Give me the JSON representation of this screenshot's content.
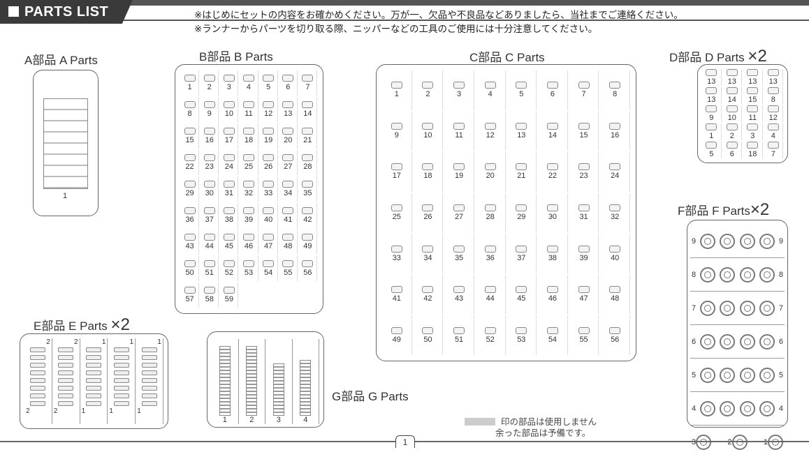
{
  "header": {
    "title": "PARTS LIST",
    "notes": [
      "※はじめにセットの内容をお確かめください。万が一、欠品や不良品などありましたら、当社までご連絡ください。",
      "※ランナーからパーツを切り取る際、ニッパーなどの工具のご使用には十分注意してください。"
    ]
  },
  "sections": {
    "A": {
      "title": "A部品  A Parts",
      "parts": [
        "1"
      ]
    },
    "B": {
      "title": "B部品  B Parts",
      "parts": [
        "1",
        "2",
        "3",
        "4",
        "5",
        "6",
        "7",
        "8",
        "9",
        "10",
        "11",
        "12",
        "13",
        "14",
        "15",
        "16",
        "17",
        "18",
        "19",
        "20",
        "21",
        "22",
        "23",
        "24",
        "25",
        "26",
        "27",
        "28",
        "29",
        "30",
        "31",
        "32",
        "33",
        "34",
        "35",
        "36",
        "37",
        "38",
        "39",
        "40",
        "41",
        "42",
        "43",
        "44",
        "45",
        "46",
        "47",
        "48",
        "49",
        "50",
        "51",
        "52",
        "53",
        "54",
        "55",
        "56",
        "57",
        "58",
        "59"
      ]
    },
    "C": {
      "title": "C部品  C Parts",
      "parts": [
        "1",
        "2",
        "3",
        "4",
        "5",
        "6",
        "7",
        "8",
        "9",
        "10",
        "11",
        "12",
        "13",
        "14",
        "15",
        "16",
        "17",
        "18",
        "19",
        "20",
        "21",
        "22",
        "23",
        "24",
        "25",
        "26",
        "27",
        "28",
        "29",
        "30",
        "31",
        "32",
        "33",
        "34",
        "35",
        "36",
        "37",
        "38",
        "39",
        "40",
        "41",
        "42",
        "43",
        "44",
        "45",
        "46",
        "47",
        "48",
        "49",
        "50",
        "51",
        "52",
        "53",
        "54",
        "55",
        "56"
      ]
    },
    "D": {
      "title": "D部品  D Parts",
      "multiplier": "×2",
      "parts": [
        "13",
        "13",
        "13",
        "13",
        "13",
        "14",
        "15",
        "8",
        "9",
        "10",
        "11",
        "12",
        "1",
        "2",
        "3",
        "4",
        "5",
        "6",
        "18",
        "7"
      ]
    },
    "E": {
      "title": "E部品  E Parts",
      "multiplier": "×2",
      "columns": [
        {
          "top": "2",
          "bottom": "2"
        },
        {
          "top": "2",
          "bottom": "2"
        },
        {
          "top": "1",
          "bottom": "1"
        },
        {
          "top": "1",
          "bottom": "1"
        },
        {
          "top": "1",
          "bottom": "1"
        }
      ]
    },
    "F": {
      "title": "F部品  F Parts",
      "multiplier": "×2",
      "rows": [
        "9",
        "8",
        "7",
        "6",
        "5",
        "4"
      ],
      "last_row": [
        "3",
        "2",
        "1"
      ]
    },
    "G": {
      "title": "G部品  G Parts",
      "parts": [
        "1",
        "2",
        "3",
        "4"
      ]
    }
  },
  "footer": {
    "note_lines": [
      "印の部品は使用しません",
      "余った部品は予備です。"
    ],
    "page": "1"
  }
}
